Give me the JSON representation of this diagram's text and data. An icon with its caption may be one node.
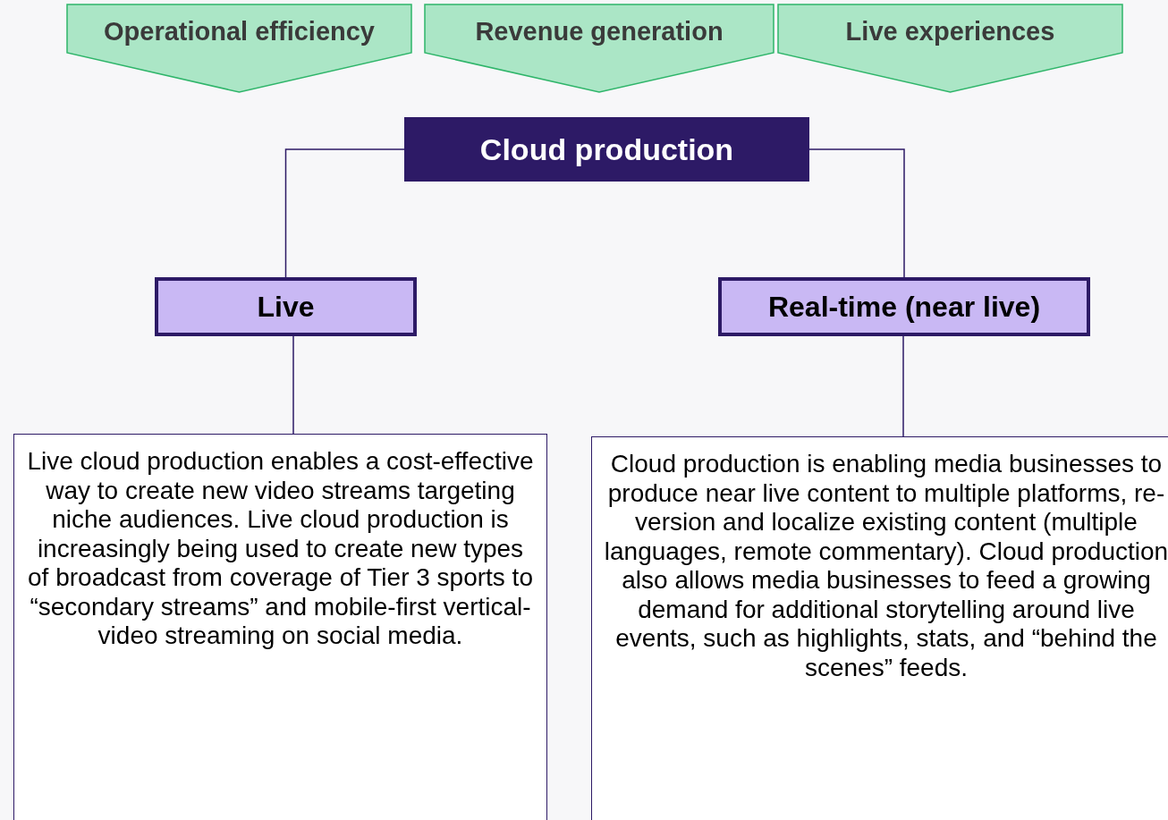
{
  "diagram": {
    "nodes": [
      {
        "text": [
          "Operational efficiency"
        ]
      },
      {
        "text": [
          "Revenue generation"
        ]
      },
      {
        "text": [
          "Live experiences"
        ]
      },
      {
        "text": [
          "Cloud production"
        ]
      },
      {
        "text": [
          "Live"
        ]
      },
      {
        "text": [
          "Real-time (near live)"
        ]
      },
      {
        "text": [
          "Live cloud production enables a cost-effective way to create new video streams targeting niche audiences. Live cloud production is increasingly being used to create new types of broadcast from coverage of Tier 3 sports to “secondary streams” and mobile-first vertical-video streaming on social media."
        ]
      },
      {
        "text": [
          "Cloud production is enabling media businesses to produce near live content to multiple platforms, re-version and localize existing content (multiple languages, remote commentary). Cloud production also allows media businesses to feed a growing demand for additional storytelling around live events, such as highlights, stats, and “behind the scenes” feeds."
        ]
      }
    ],
    "edges": [
      {
        "from": 3,
        "to": 4,
        "arrow": "none"
      },
      {
        "from": 3,
        "to": 5,
        "arrow": "none"
      },
      {
        "from": 4,
        "to": 6,
        "arrow": "none"
      },
      {
        "from": 5,
        "to": 7,
        "arrow": "none"
      }
    ]
  }
}
